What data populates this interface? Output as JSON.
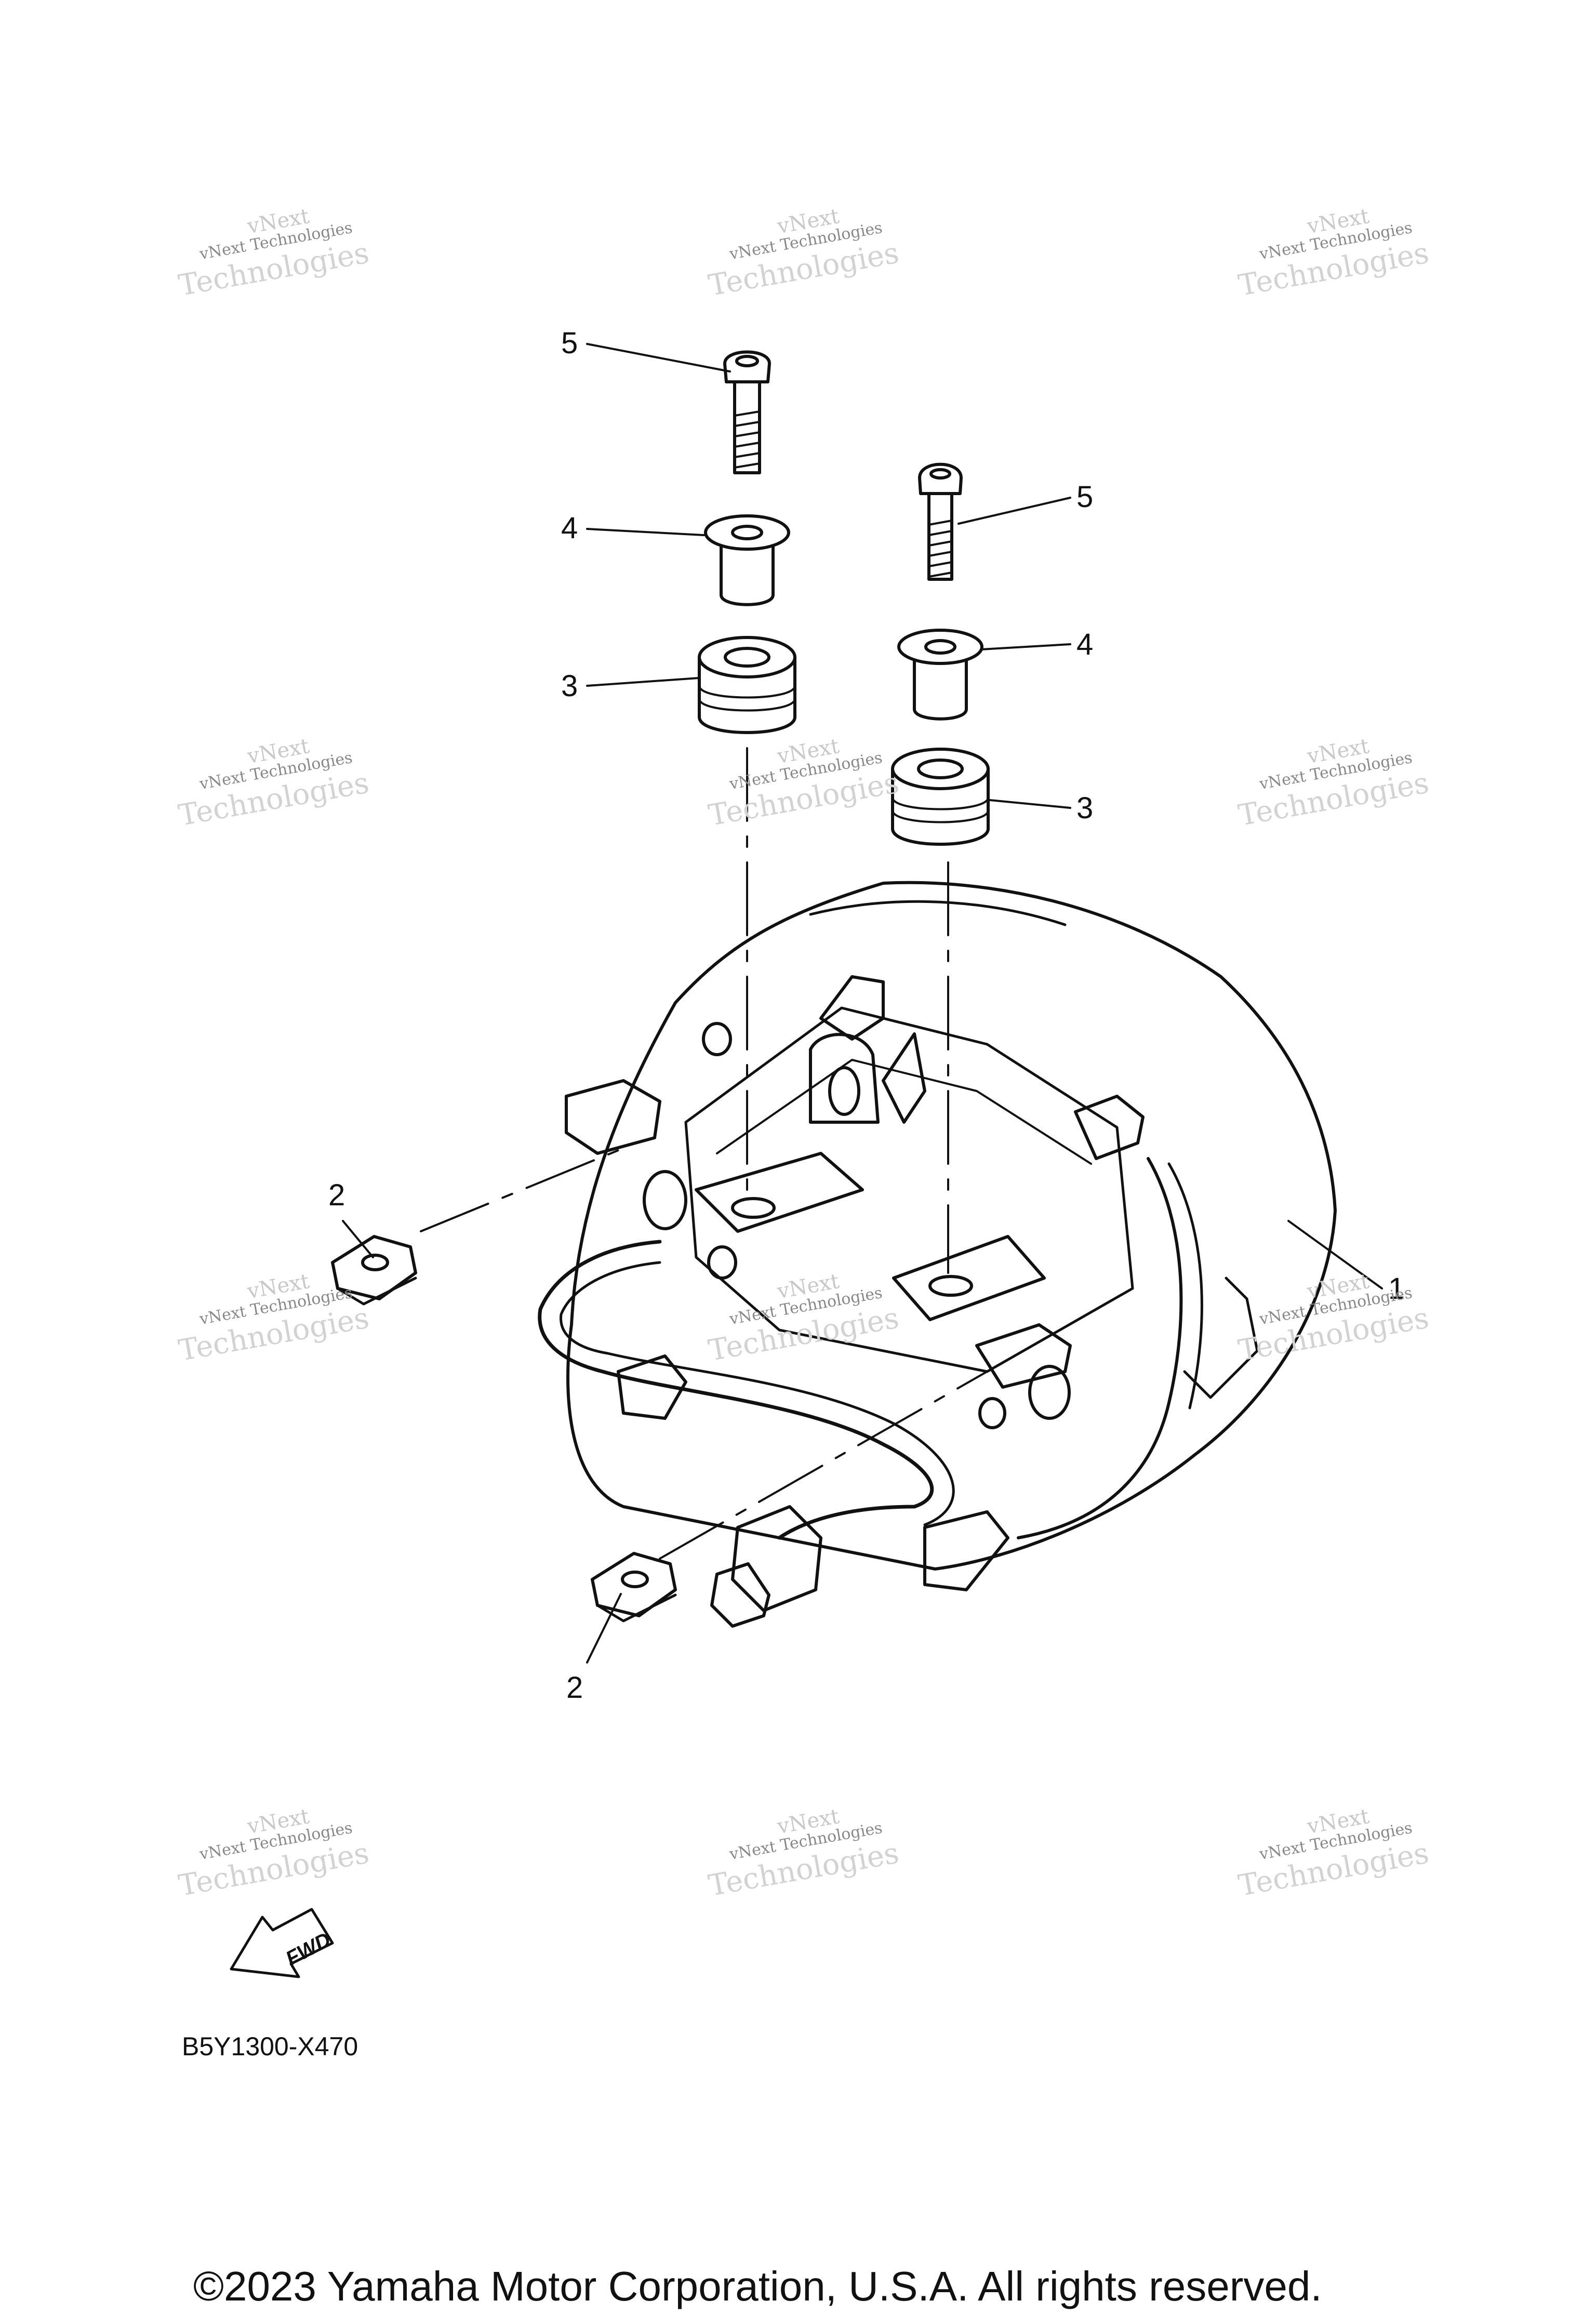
{
  "watermark": {
    "line1": "vNext",
    "line2": "vNext Technologies",
    "line3": "Technologies"
  },
  "callouts": {
    "housing": "1",
    "clip_left": "2",
    "clip_bottom": "2",
    "grommet_left": "3",
    "grommet_right": "3",
    "collar_left": "4",
    "collar_right": "4",
    "bolt_left": "5",
    "bolt_right": "5"
  },
  "fwd_label": "FWD",
  "diagram_code": "B5Y1300-X470",
  "copyright": "©2023 Yamaha Motor Corporation, U.S.A. All rights reserved.",
  "colors": {
    "line": "#111111",
    "watermark": "#c8c8c8"
  }
}
